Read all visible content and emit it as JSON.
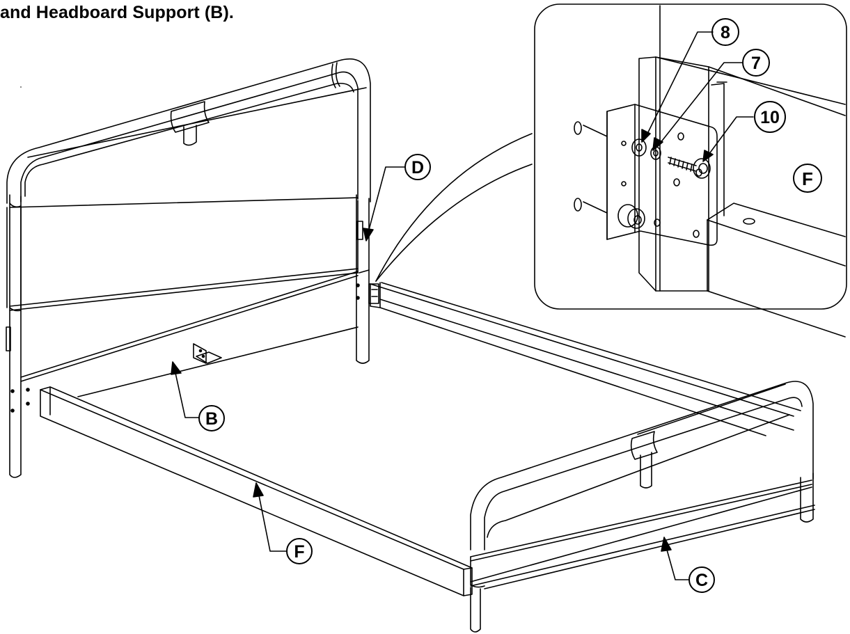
{
  "caption": "and Headboard Support (B).",
  "callouts": {
    "D": "D",
    "B": "B",
    "F_rail": "F",
    "C": "C",
    "F_inset": "F",
    "n8": "8",
    "n7": "7",
    "n10": "10"
  },
  "colors": {
    "line": "#000000",
    "background": "#ffffff"
  }
}
